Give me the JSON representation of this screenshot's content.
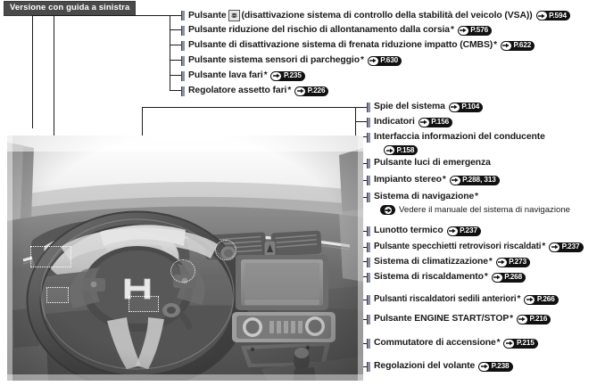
{
  "header": {
    "version_badge": "Versione con guida a sinistra"
  },
  "icons": {
    "vsa": "vsa-skid-icon",
    "page_arrow": "right-arrow-icon"
  },
  "labels_top": [
    {
      "id": "vsa-button",
      "pre": "Pulsante",
      "icon": "vsa",
      "text": "(disattivazione sistema di controllo della stabilità del veicolo (VSA))",
      "asterisk": false,
      "page": "P.594"
    },
    {
      "id": "lane-departure-button",
      "pre": "",
      "icon": null,
      "text": "Pulsante riduzione del rischio di allontanamento dalla corsia",
      "asterisk": true,
      "page": "P.576"
    },
    {
      "id": "cmbs-off-button",
      "pre": "",
      "icon": null,
      "text": "Pulsante di disattivazione sistema di frenata riduzione impatto (CMBS)",
      "asterisk": true,
      "page": "P.622"
    },
    {
      "id": "parking-sensors-button",
      "pre": "",
      "icon": null,
      "text": "Pulsante sistema sensori di parcheggio",
      "asterisk": true,
      "page": "P.630"
    },
    {
      "id": "headlight-washer-button",
      "pre": "",
      "icon": null,
      "text": "Pulsante lava fari",
      "asterisk": true,
      "page": "P.235"
    },
    {
      "id": "headlight-aim-control",
      "pre": "",
      "icon": null,
      "text": "Regolatore assetto fari",
      "asterisk": true,
      "page": "P.226"
    }
  ],
  "labels_right": [
    {
      "id": "system-indicators",
      "text": "Spie del sistema",
      "asterisk": false,
      "page": "P.104"
    },
    {
      "id": "gauges",
      "text": "Indicatori",
      "asterisk": false,
      "page": "P.156"
    },
    {
      "id": "driver-information-interface",
      "text": "Interfaccia informazioni del conducente",
      "asterisk": false,
      "page": "P.158",
      "page_on_next_line": true
    },
    {
      "id": "hazard-lights-button",
      "text": "Pulsante luci di emergenza",
      "asterisk": false,
      "page": null
    },
    {
      "id": "audio-system",
      "text": "Impianto stereo",
      "asterisk": true,
      "page": "P.288, 313"
    },
    {
      "id": "navigation-system",
      "text": "Sistema di navigazione",
      "asterisk": true,
      "page": null,
      "note": "Vedere il manuale del sistema di navigazione"
    },
    {
      "id": "rear-window-defogger",
      "text": "Lunotto termico",
      "asterisk": false,
      "page": "P.237"
    },
    {
      "id": "heated-mirrors-button",
      "text": "Pulsante specchietti retrovisori riscaldati",
      "asterisk": true,
      "page": "P.237"
    },
    {
      "id": "climate-control-system",
      "text": "Sistema di climatizzazione",
      "asterisk": true,
      "page": "P.273"
    },
    {
      "id": "heating-system",
      "text": "Sistema di riscaldamento",
      "asterisk": true,
      "page": "P.268"
    },
    {
      "id": "front-seat-heaters-buttons",
      "text": "Pulsanti riscaldatori sedili anteriori",
      "asterisk": true,
      "page": "P.266"
    },
    {
      "id": "engine-start-stop-button",
      "text": "Pulsante ENGINE START/STOP",
      "asterisk": true,
      "page": "P.216"
    },
    {
      "id": "ignition-switch",
      "text": "Commutatore di accensione",
      "asterisk": true,
      "page": "P.215"
    },
    {
      "id": "steering-wheel-adjustments",
      "text": "Regolazioni del volante",
      "asterisk": false,
      "page": "P.238"
    }
  ],
  "illustration": {
    "name": "left-hand-drive-dashboard-diagram",
    "brand_emblem": "honda-h-emblem"
  },
  "colors": {
    "badge_bg": "#4a4a4a",
    "bullet": "#8a8fa0",
    "pill_bg": "#111111",
    "line": "#1c1c1c",
    "text": "#1a1a1a"
  }
}
